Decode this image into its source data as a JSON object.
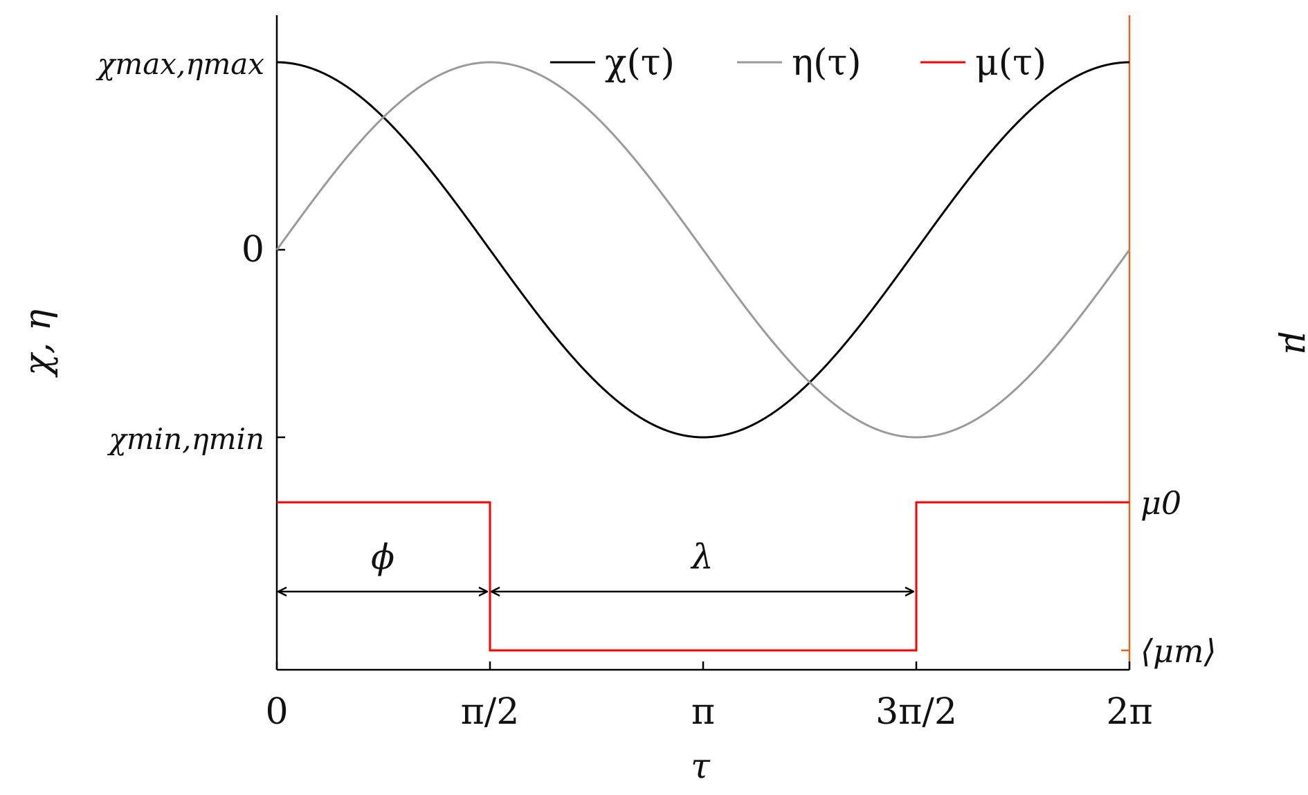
{
  "chart_data": {
    "type": "line",
    "xlabel": "τ",
    "ylabel_left": "χ, η",
    "ylabel_right": "μ",
    "xlim": [
      0,
      6.2832
    ],
    "xticks": [
      {
        "value": 0,
        "label": "0"
      },
      {
        "value": 1.5708,
        "label": "π/2"
      },
      {
        "value": 3.1416,
        "label": "π"
      },
      {
        "value": 4.7124,
        "label": "3π/2"
      },
      {
        "value": 6.2832,
        "label": "2π"
      }
    ],
    "left_yticks": [
      {
        "value": 1,
        "label": "χmax,ηmax"
      },
      {
        "value": 0,
        "label": "0"
      },
      {
        "value": -1,
        "label": "χmin,ηmin"
      }
    ],
    "right_yticks": [
      {
        "value": 1,
        "label": "μ0"
      },
      {
        "value": 0,
        "label": "⟨μm⟩"
      }
    ],
    "series": [
      {
        "name": "χ(τ)",
        "color": "#000000",
        "function": "cos",
        "axis": "left"
      },
      {
        "name": "η(τ)",
        "color": "#9a9a9a",
        "function": "sin",
        "axis": "left"
      },
      {
        "name": "μ(τ)",
        "color": "#ff0000",
        "axis": "right",
        "points": [
          [
            0,
            1
          ],
          [
            1.5708,
            1
          ],
          [
            1.5708,
            0
          ],
          [
            4.7124,
            0
          ],
          [
            4.7124,
            1
          ],
          [
            6.2832,
            1
          ]
        ]
      }
    ],
    "annotations": [
      {
        "label": "ϕ",
        "from": 0,
        "to": 1.5708
      },
      {
        "label": "λ",
        "from": 1.5708,
        "to": 4.7124
      }
    ],
    "right_axis_color": "#e8621e",
    "legend_position": "top"
  }
}
